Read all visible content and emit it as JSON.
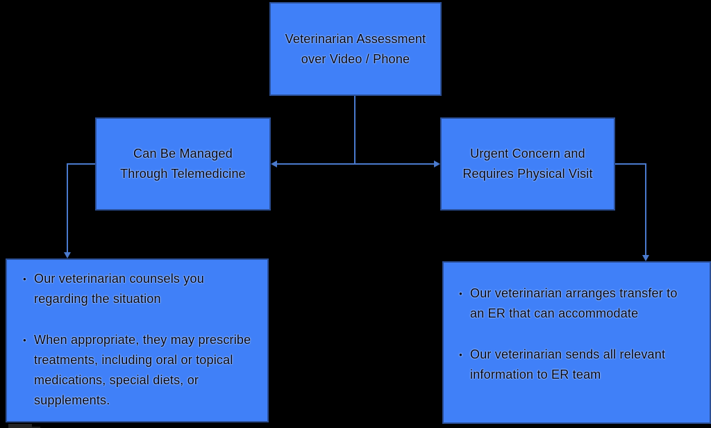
{
  "colors": {
    "background": "#000000",
    "node_fill": "#4080F8",
    "node_border": "#2B4F96",
    "connector": "#4A7ACE",
    "text": "#000212",
    "text_glow": "#DBE9FF"
  },
  "bullet_char": "•",
  "nodes": {
    "assessment": {
      "lines": [
        "Veterinarian Assessment",
        "over Video / Phone"
      ]
    },
    "telemedicine": {
      "lines": [
        "Can Be Managed",
        "Through Telemedicine"
      ]
    },
    "urgent": {
      "lines": [
        "Urgent Concern and",
        "Requires Physical Visit"
      ]
    },
    "telemedicine_details": {
      "bullets": [
        "Our veterinarian counsels you regarding the situation",
        "When appropriate, they may prescribe treatments, including oral or topical medications, special diets, or supplements."
      ]
    },
    "urgent_details": {
      "bullets": [
        "Our veterinarian arranges transfer to an ER that can accommodate",
        "Our veterinarian sends all relevant information to ER team"
      ]
    }
  }
}
